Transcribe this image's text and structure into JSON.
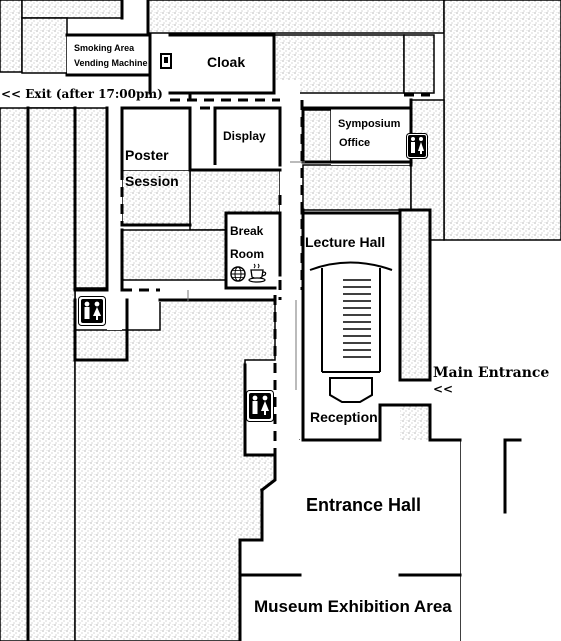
{
  "rooms": {
    "smoking_area": "Smoking Area",
    "vending_machine": "Vending Machine",
    "cloak": "Cloak",
    "exit": "<<  Exit (after 17:00pm)",
    "display": "Display",
    "poster_1": "Poster",
    "poster_2": "Session",
    "symposium_1": "Symposium",
    "symposium_2": "Office",
    "break_1": "Break",
    "break_2": "Room",
    "lecture_hall": "Lecture Hall",
    "main_entrance": "Main Entrance",
    "main_entrance_arrow": "<<",
    "reception": "Reception",
    "entrance_hall": "Entrance Hall",
    "museum": "Museum Exhibition Area"
  },
  "icons": {
    "restroom": "restroom-icon",
    "globe": "internet-globe-icon",
    "coffee": "coffee-cup-icon",
    "vending": "vending-machine-icon"
  },
  "colors": {
    "wall": "#000000",
    "floor": "#ffffff",
    "stipple": "#9a9a9a"
  }
}
